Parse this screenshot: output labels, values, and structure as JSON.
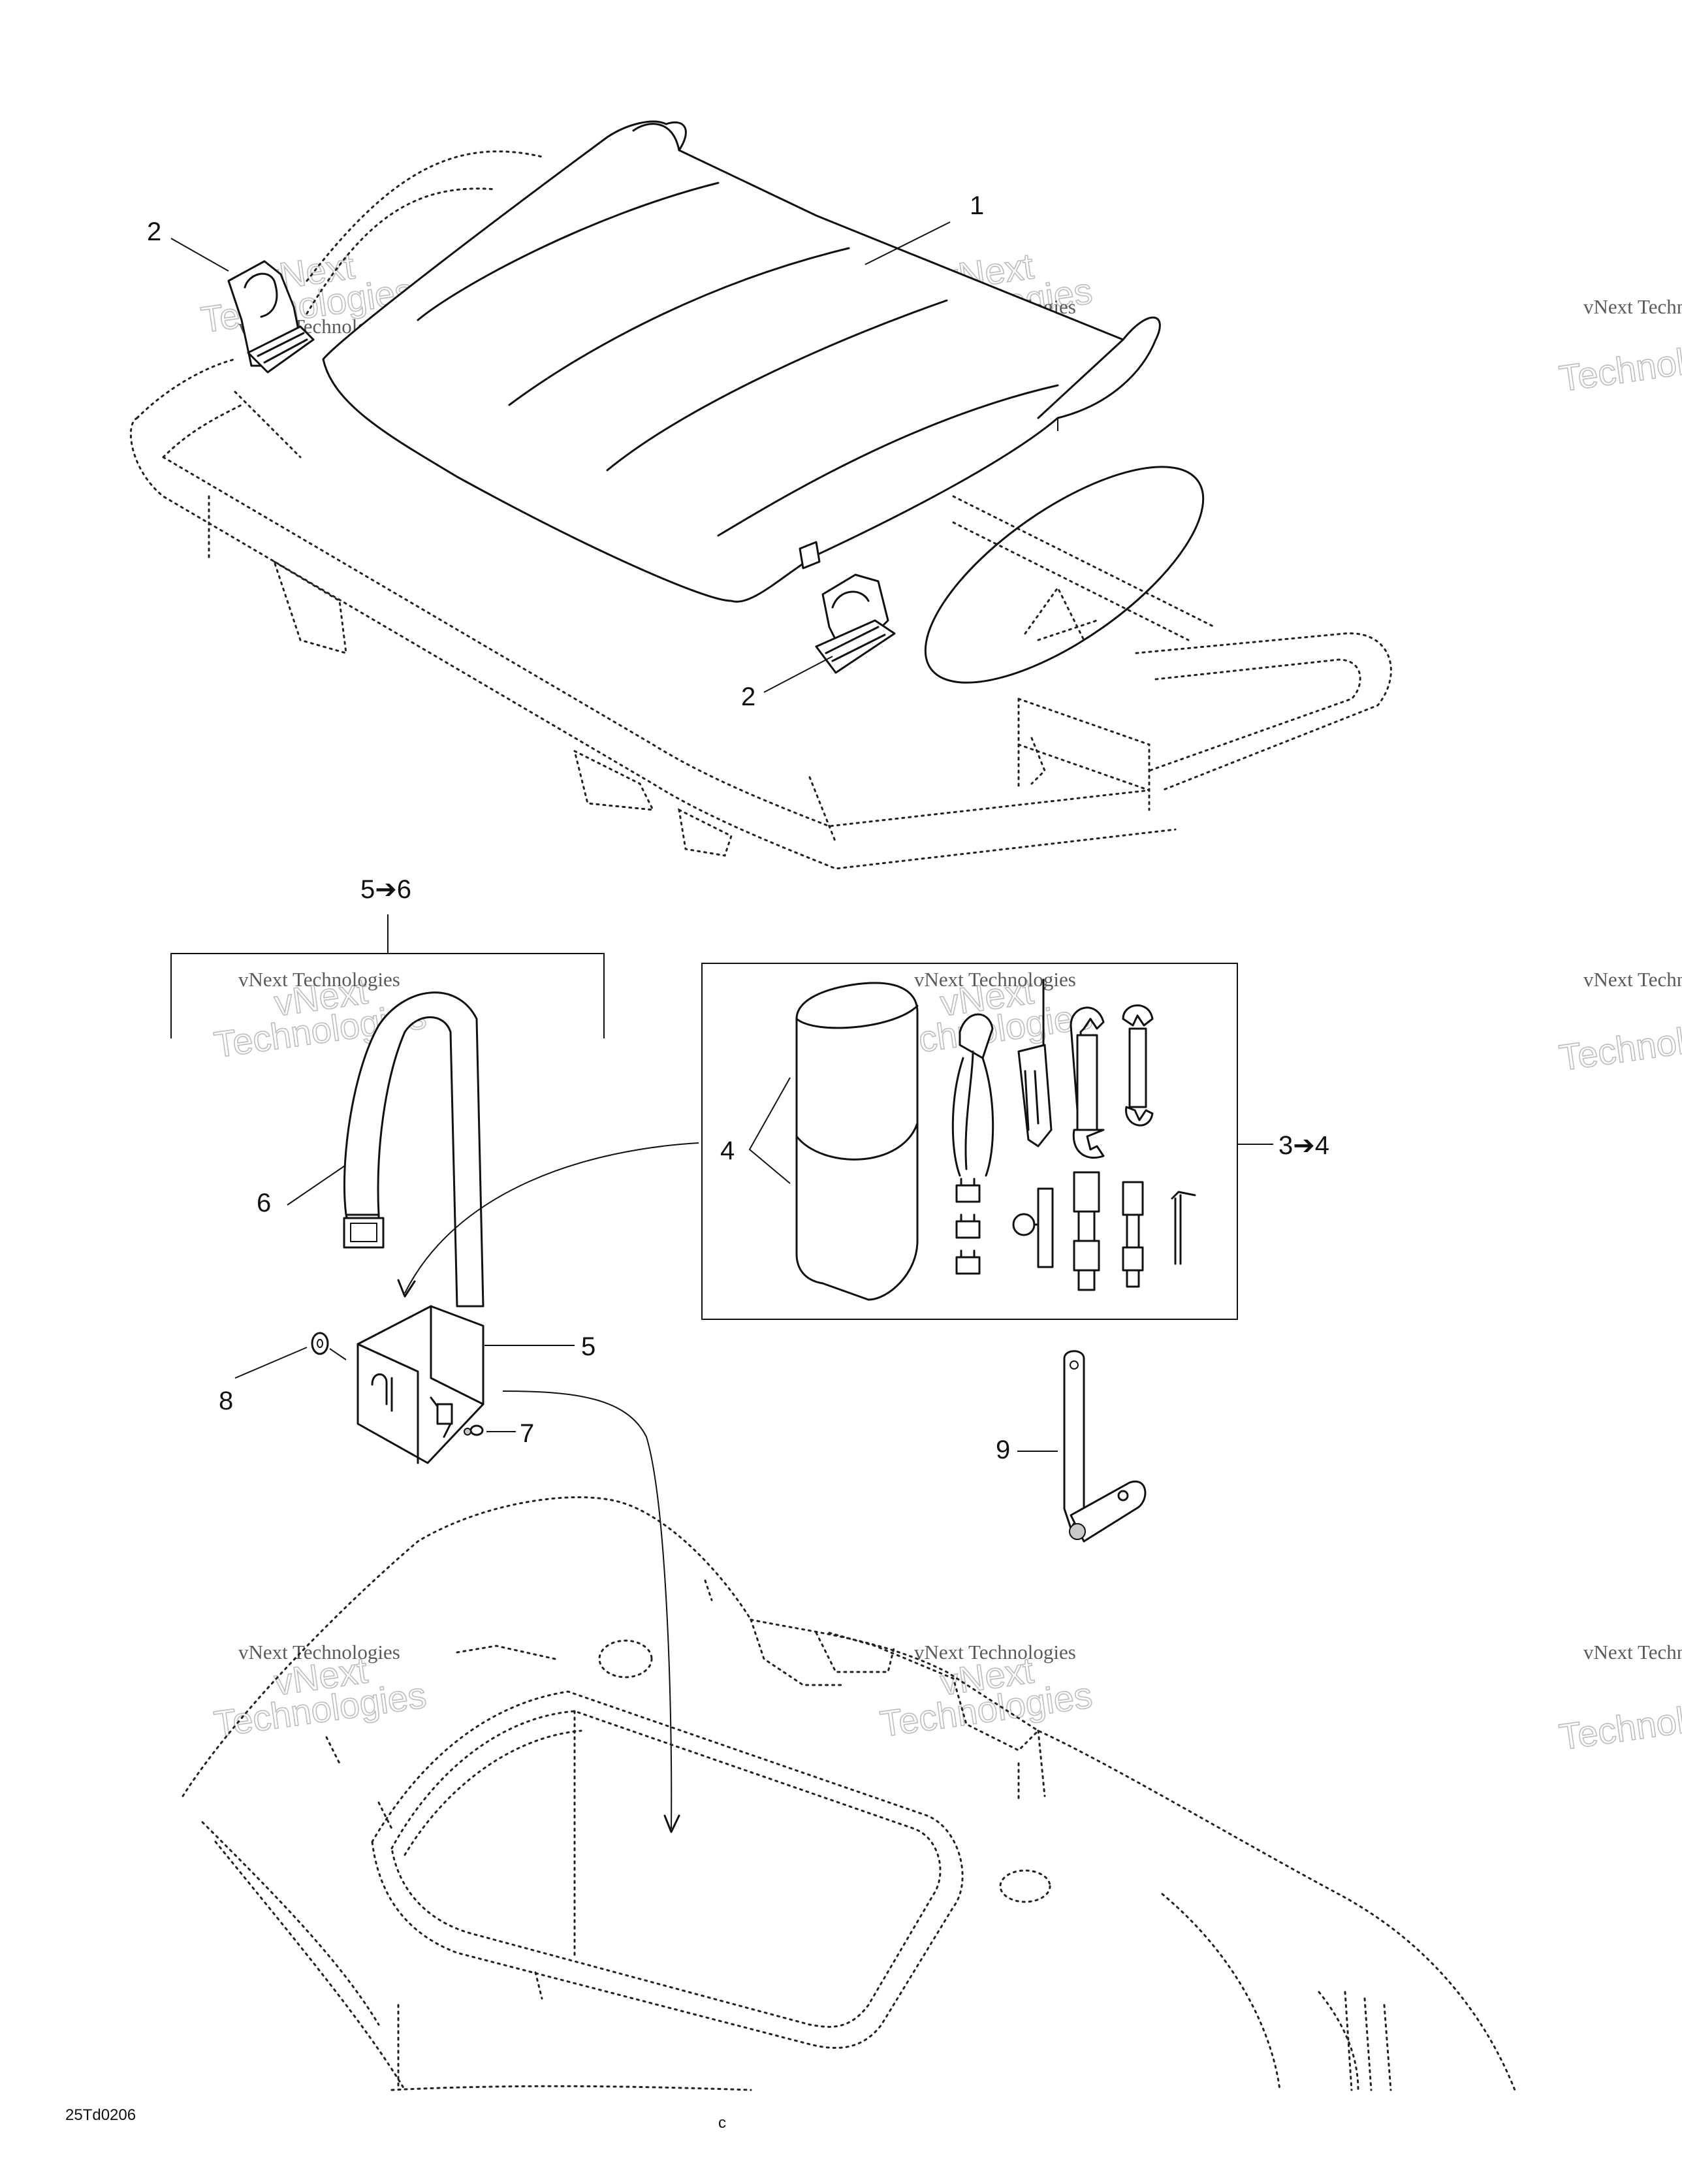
{
  "callouts": {
    "c1": "1",
    "c2a": "2",
    "c2b": "2",
    "c3to4": "3➔4",
    "c4": "4",
    "c5to6": "5➔6",
    "c5": "5",
    "c6": "6",
    "c7": "7",
    "c8": "8",
    "c9": "9"
  },
  "watermark": {
    "line1": "vNext Technologies",
    "line2": "Technologies",
    "line3": "vNext"
  },
  "document_code": "25Td0206"
}
